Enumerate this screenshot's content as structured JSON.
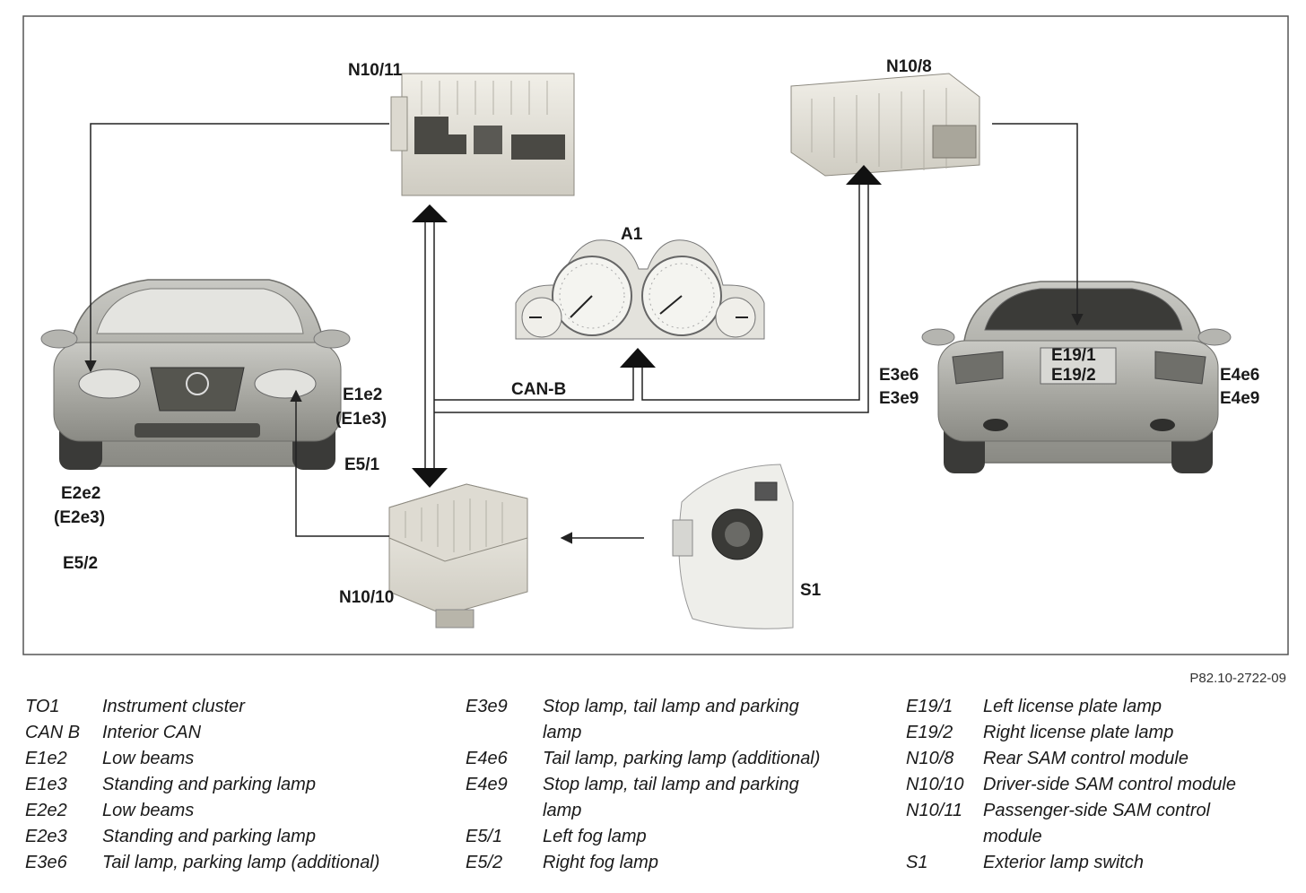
{
  "diagram": {
    "labels": {
      "n10_11": "N10/11",
      "n10_8": "N10/8",
      "a1": "A1",
      "can_b": "CAN-B",
      "e1e2": "E1e2",
      "e1e3": "(E1e3)",
      "e5_1": "E5/1",
      "e2e2": "E2e2",
      "e2e3": "(E2e3)",
      "e5_2": "E5/2",
      "n10_10": "N10/10",
      "s1": "S1",
      "e3e6": "E3e6",
      "e3e9": "E3e9",
      "e19_1": "E19/1",
      "e19_2": "E19/2",
      "e4e6": "E4e6",
      "e4e9": "E4e9"
    },
    "reference": "P82.10-2722-09"
  },
  "legend": {
    "col1": [
      {
        "code": "TO1",
        "desc": "Instrument cluster"
      },
      {
        "code": "CAN B",
        "desc": "Interior CAN"
      },
      {
        "code": "E1e2",
        "desc": "Low beams"
      },
      {
        "code": "E1e3",
        "desc": "Standing and parking lamp"
      },
      {
        "code": "E2e2",
        "desc": "Low beams"
      },
      {
        "code": "E2e3",
        "desc": "Standing and parking lamp"
      },
      {
        "code": "E3e6",
        "desc": "Tail lamp, parking lamp (additional)"
      }
    ],
    "col2": [
      {
        "code": "E3e9",
        "desc": "Stop lamp, tail lamp and parking\nlamp"
      },
      {
        "code": "E4e6",
        "desc": "Tail lamp, parking lamp (additional)"
      },
      {
        "code": "E4e9",
        "desc": "Stop lamp, tail lamp and parking\nlamp"
      },
      {
        "code": "E5/1",
        "desc": "Left fog lamp"
      },
      {
        "code": "E5/2",
        "desc": "Right fog lamp"
      }
    ],
    "col3": [
      {
        "code": "E19/1",
        "desc": "Left license plate lamp"
      },
      {
        "code": "E19/2",
        "desc": "Right license plate lamp"
      },
      {
        "code": "N10/8",
        "desc": "Rear SAM control module"
      },
      {
        "code": "N10/10",
        "desc": "Driver-side SAM control module"
      },
      {
        "code": "N10/11",
        "desc": "Passenger-side SAM control\nmodule"
      },
      {
        "code": "S1",
        "desc": "Exterior lamp switch"
      }
    ]
  }
}
